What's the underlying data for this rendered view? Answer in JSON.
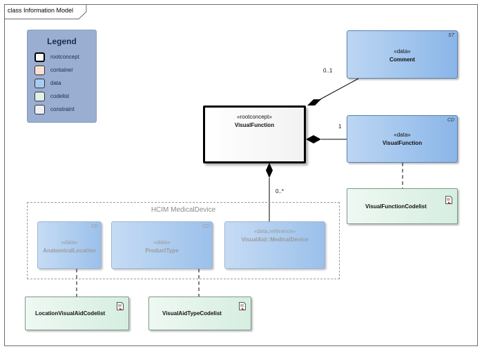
{
  "frame": {
    "title": "class Information Model"
  },
  "legend": {
    "title": "Legend",
    "items": [
      {
        "label": "rootconcept",
        "color": "#ffffff"
      },
      {
        "label": "container",
        "color": "#f8e1d2"
      },
      {
        "label": "data",
        "color": "#a9cbf0"
      },
      {
        "label": "codelist",
        "color": "#dff1e8"
      },
      {
        "label": "constraint",
        "color": "#eef0f8"
      }
    ]
  },
  "package": {
    "label": "HCIM MedicalDevice"
  },
  "classes": {
    "root": {
      "stereotype": "«rootconcept»",
      "name": "VisualFunction"
    },
    "comment": {
      "stereotype": "«data»",
      "name": "Comment",
      "tag": "ST"
    },
    "visualfunction_data": {
      "stereotype": "«data»",
      "name": "VisualFunction",
      "tag": "CD"
    },
    "anatomical_location": {
      "stereotype": "«data»",
      "name": "AnatomicalLocation",
      "tag": "CD"
    },
    "product_type": {
      "stereotype": "«data»",
      "name": "ProductType",
      "tag": "CD"
    },
    "visual_aid": {
      "stereotype": "«data,reference»",
      "name": "VisualAid::MedicalDevice"
    }
  },
  "codelists": {
    "visual_function_codelist": "VisualFunctionCodelist",
    "location_codelist": "LocationVisualAidCodelist",
    "type_codelist": "VisualAidTypeCodelist"
  },
  "multiplicities": {
    "comment": "0..1",
    "visualfunction": "1",
    "visualaid": "0..*"
  }
}
